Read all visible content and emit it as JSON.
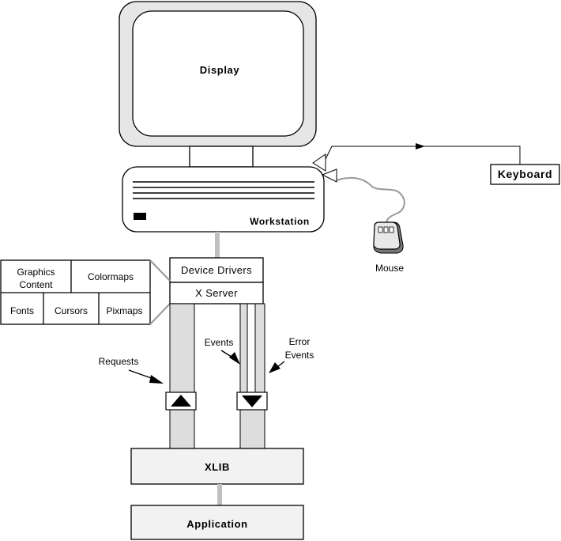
{
  "labels": {
    "display": "Display",
    "workstation": "Workstation",
    "keyboard": "Keyboard",
    "mouse": "Mouse",
    "device_drivers": "Device Drivers",
    "x_server": "X Server",
    "graphics_content_line1": "Graphics",
    "graphics_content_line2": "Content",
    "colormaps": "Colormaps",
    "fonts": "Fonts",
    "cursors": "Cursors",
    "pixmaps": "Pixmaps",
    "requests": "Requests",
    "events": "Events",
    "error_events_line1": "Error",
    "error_events_line2": "Events",
    "xlib": "XLIB",
    "application": "Application"
  },
  "colors": {
    "box_fill": "#f2f2f2",
    "monitor_fill": "#e6e6e6",
    "connector_gray": "#c0c0c0",
    "line": "#000000",
    "cable": "#999999"
  },
  "icons": {
    "up_arrow": "up-triangle-icon",
    "down_arrow": "down-triangle-icon"
  }
}
